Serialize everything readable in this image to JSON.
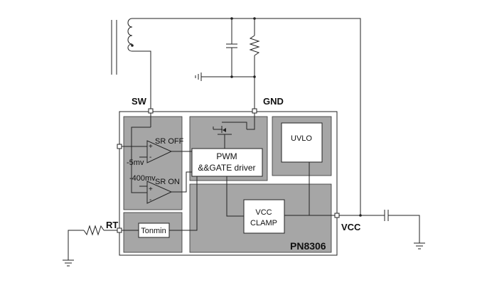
{
  "diagram": {
    "pins": {
      "sw": "SW",
      "gnd": "GND",
      "rt": "RT",
      "vcc": "VCC"
    },
    "blocks": {
      "sr_off": "SR OFF",
      "sr_on": "SR ON",
      "pwm_line1": "PWM",
      "pwm_line2": "&&GATE driver",
      "uvlo": "UVLO",
      "vcc_clamp_line1": "VCC",
      "vcc_clamp_line2": "CLAMP",
      "tonmin": "Tonmin",
      "chip_name": "PN8306"
    },
    "thresholds": {
      "minus_5mv": "-5mv",
      "minus_400mv": "-400mv"
    },
    "comparator_inputs": {
      "plus": "+",
      "minus": "-"
    },
    "colors": {
      "block_fill": "#a6a6a6",
      "wire": "#222222",
      "chip_outline": "#222222"
    }
  }
}
